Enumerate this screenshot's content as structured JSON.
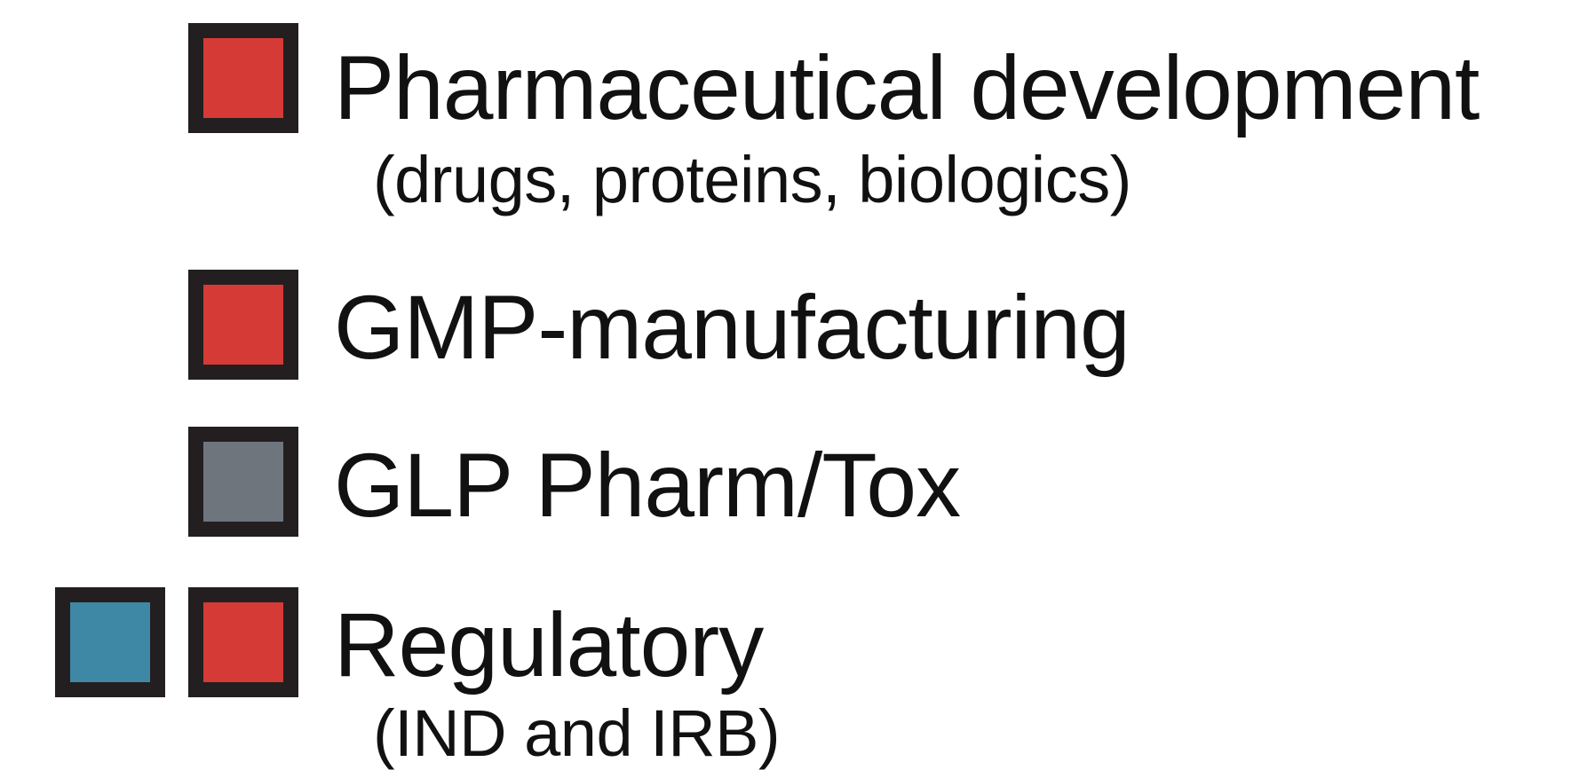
{
  "colors": {
    "red": "#d63a36",
    "gray": "#6f757d",
    "blue": "#3f88a5",
    "border": "#231f20"
  },
  "legend": {
    "items": [
      {
        "label": "Pharmaceutical development",
        "sublabel": "(drugs, proteins, biologics)",
        "swatches": [
          "red"
        ]
      },
      {
        "label": "GMP-manufacturing",
        "sublabel": "",
        "swatches": [
          "red"
        ]
      },
      {
        "label": "GLP Pharm/Tox",
        "sublabel": "",
        "swatches": [
          "gray"
        ]
      },
      {
        "label": "Regulatory",
        "sublabel": "(IND and IRB)",
        "swatches": [
          "blue",
          "red"
        ]
      }
    ]
  }
}
